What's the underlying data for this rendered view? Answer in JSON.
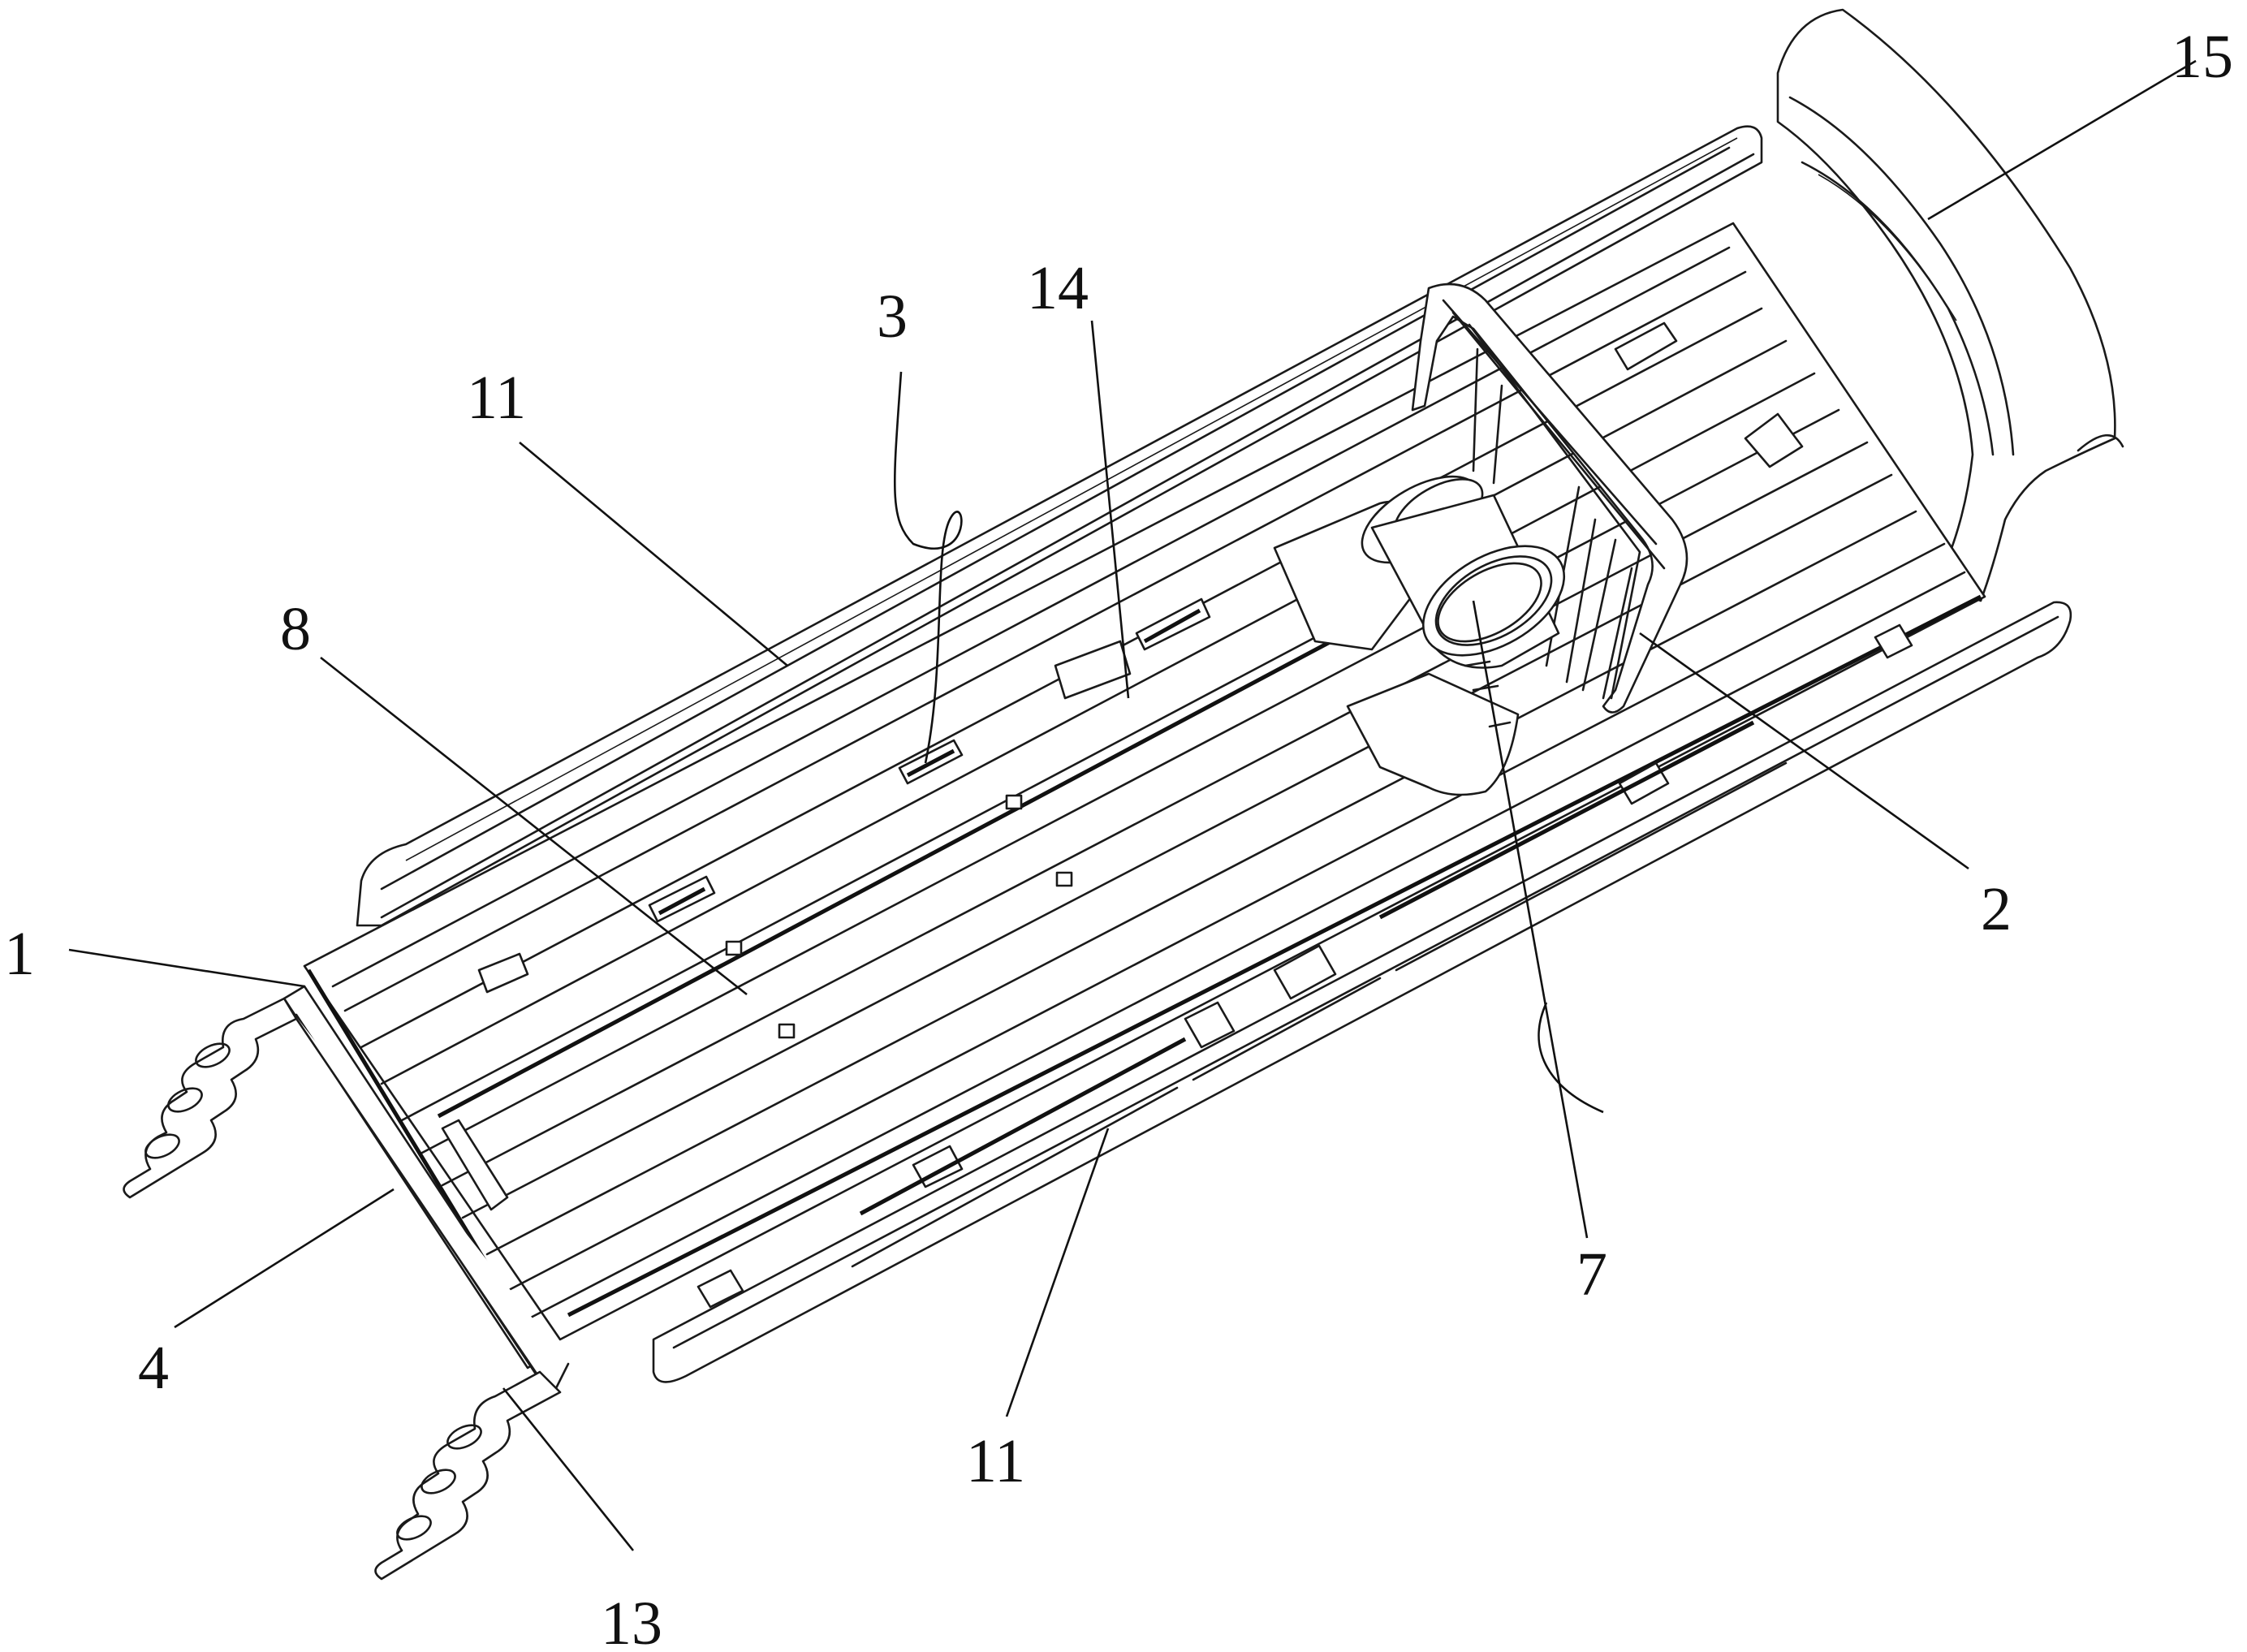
{
  "figure": {
    "reference_labels": [
      {
        "id": "label-1",
        "text": "1"
      },
      {
        "id": "label-2",
        "text": "2"
      },
      {
        "id": "label-3",
        "text": "3"
      },
      {
        "id": "label-4",
        "text": "4"
      },
      {
        "id": "label-7",
        "text": "7"
      },
      {
        "id": "label-8",
        "text": "8"
      },
      {
        "id": "label-11-top",
        "text": "11"
      },
      {
        "id": "label-11-bottom",
        "text": "11"
      },
      {
        "id": "label-13",
        "text": "13"
      },
      {
        "id": "label-14",
        "text": "14"
      },
      {
        "id": "label-15",
        "text": "15"
      }
    ]
  },
  "colors": {
    "line": "#1a1a1a",
    "background": "#ffffff"
  }
}
